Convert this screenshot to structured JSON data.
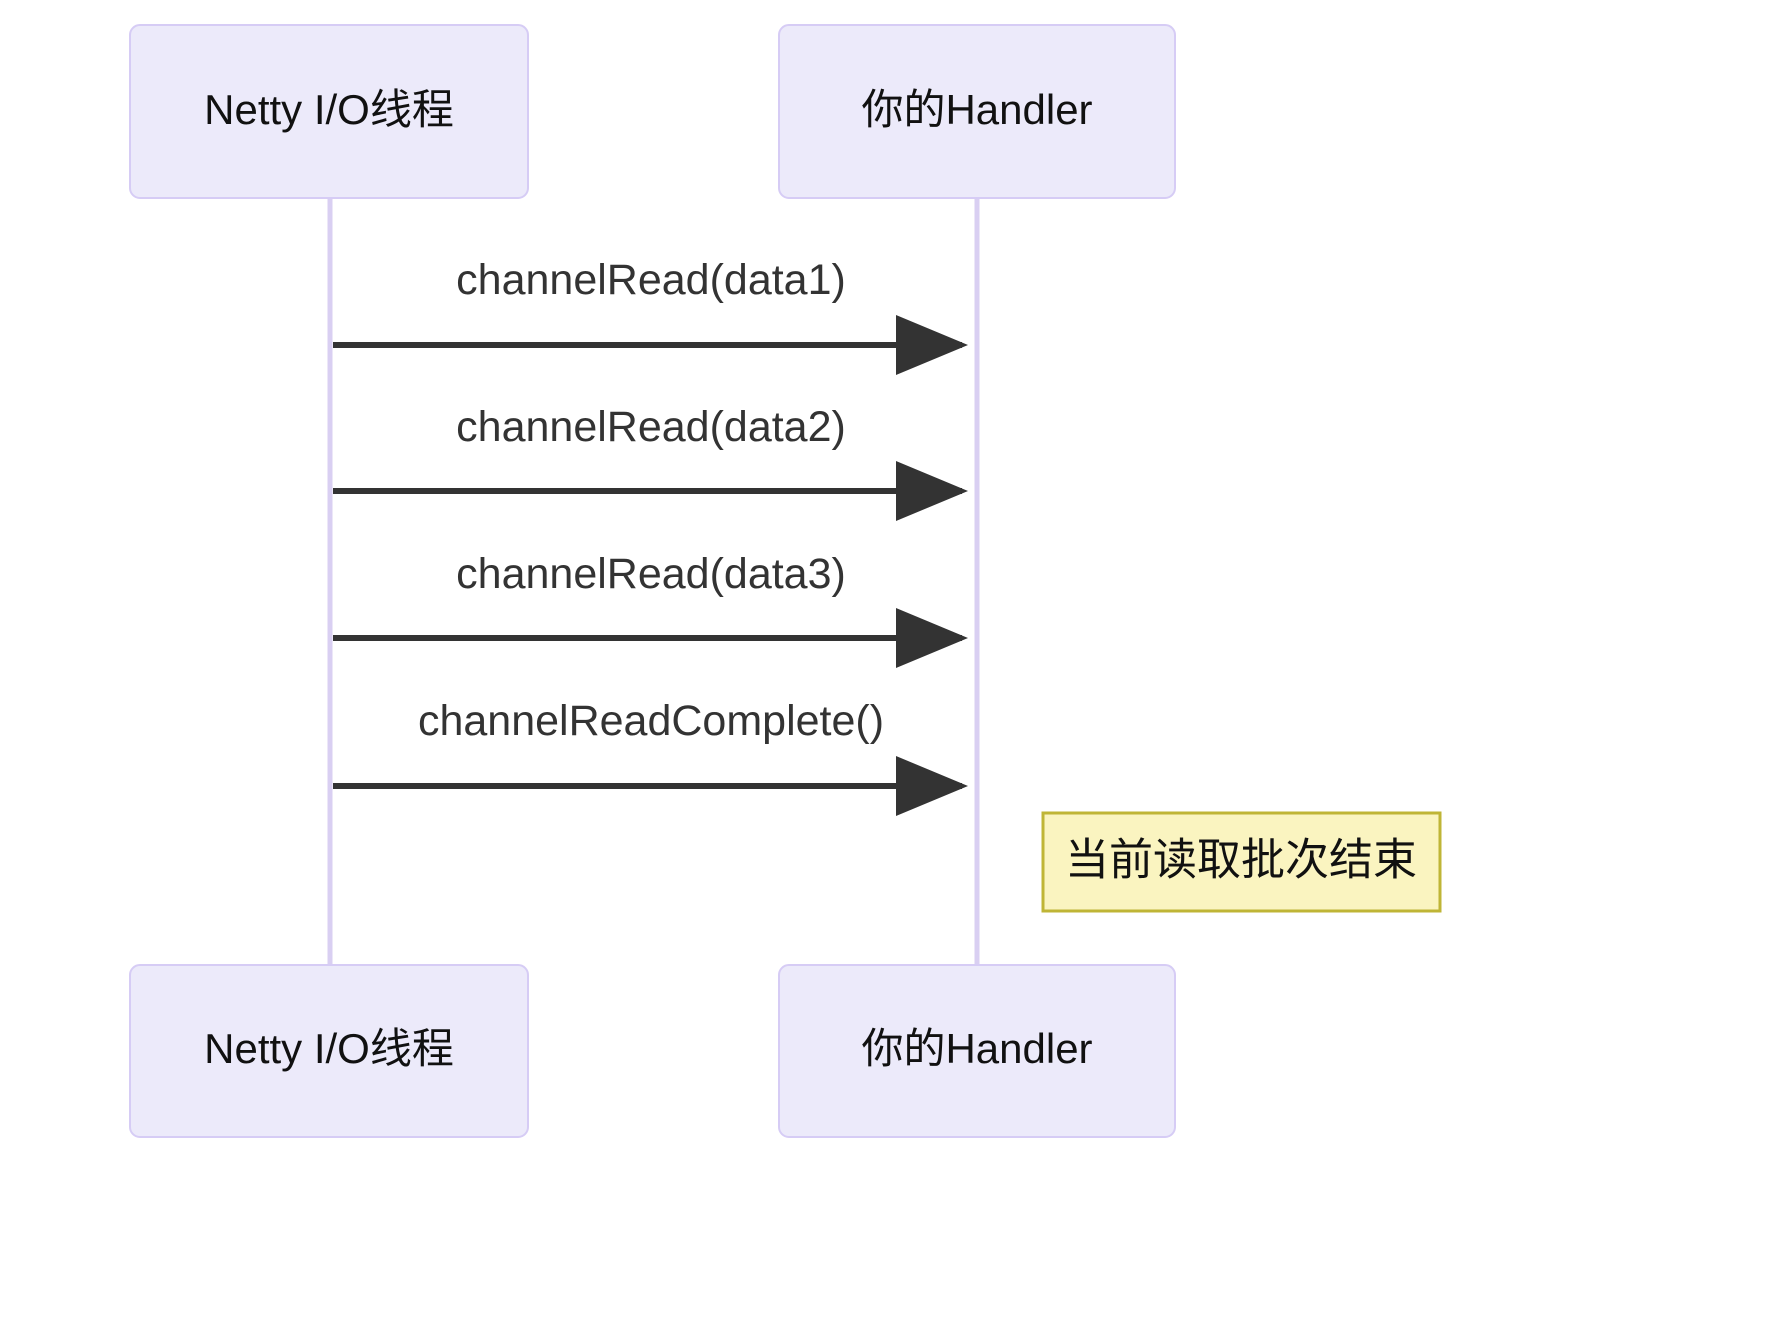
{
  "diagram": {
    "type": "sequence-diagram",
    "title": "",
    "background_color": "#ffffff",
    "participants": [
      {
        "id": "netty-io-thread",
        "label": "Netty I/O线程",
        "box_fill": "#ECEAFA",
        "box_stroke": "#D6CCF5",
        "lifeline_color": "#D9CFF2"
      },
      {
        "id": "your-handler",
        "label": "你的Handler",
        "box_fill": "#ECEAFA",
        "box_stroke": "#D6CCF5",
        "lifeline_color": "#D9CFF2"
      }
    ],
    "messages": [
      {
        "index": 1,
        "label": "channelRead(data1)",
        "from": "netty-io-thread",
        "to": "your-handler",
        "direction": "right",
        "arrow": "solid-filled",
        "color": "#333333"
      },
      {
        "index": 2,
        "label": "channelRead(data2)",
        "from": "netty-io-thread",
        "to": "your-handler",
        "direction": "right",
        "arrow": "solid-filled",
        "color": "#333333"
      },
      {
        "index": 3,
        "label": "channelRead(data3)",
        "from": "netty-io-thread",
        "to": "your-handler",
        "direction": "right",
        "arrow": "solid-filled",
        "color": "#333333"
      },
      {
        "index": 4,
        "label": "channelReadComplete()",
        "from": "netty-io-thread",
        "to": "your-handler",
        "direction": "right",
        "arrow": "solid-filled",
        "color": "#333333"
      }
    ],
    "notes": [
      {
        "id": "batch-end-note",
        "text": "当前读取批次结束",
        "placement": "right-of",
        "attached_to": "your-handler",
        "fill": "#FAF4C0",
        "stroke": "#BFB536"
      }
    ]
  }
}
